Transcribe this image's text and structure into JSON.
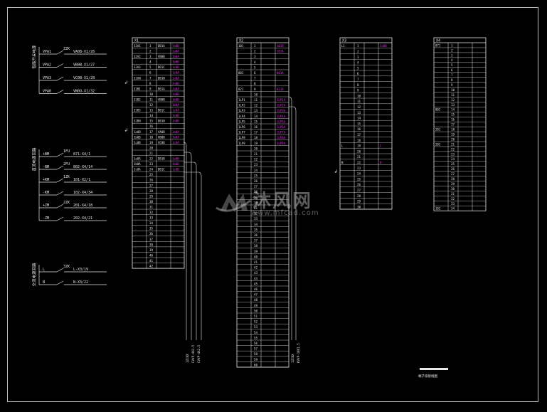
{
  "colors": {
    "line": "#e8e8e8",
    "accent": "#e032e0",
    "background": "#000000"
  },
  "watermark": {
    "title": "沐风网",
    "url": "www.mfcad.com"
  },
  "left_panel": {
    "group1": {
      "label": "智能开关电源",
      "rows": [
        {
          "left": "VPA1",
          "tag": "ZZK",
          "right": "VA0B-X1/26"
        },
        {
          "left": "VPA2",
          "tag": "",
          "right": "VB0B-X1/27"
        },
        {
          "left": "VPA3",
          "tag": "",
          "right": "VC0B-X1/28"
        },
        {
          "left": "VPA0",
          "tag": "",
          "right": "VN0O-X1/32"
        }
      ]
    },
    "group2": {
      "label": "直流电源回路",
      "rows": [
        {
          "left": "+BM",
          "tag": "1FU",
          "right": "871-X4/1"
        },
        {
          "left": "-BM",
          "tag": "2FU",
          "right": "802-X4/14"
        },
        {
          "left": "+KM",
          "tag": "1ZK",
          "right": "101-X2/1"
        },
        {
          "left": "-KM",
          "tag": "",
          "right": "102-X4/34"
        },
        {
          "left": "+ZM",
          "tag": "2ZK",
          "right": "201-X4/18"
        },
        {
          "left": "-ZM",
          "tag": "",
          "right": "202-X4/21"
        }
      ]
    },
    "group3": {
      "label": "交流电源回路",
      "rows": [
        {
          "left": "L",
          "tag": "3ZK",
          "right": "L-X3/19"
        },
        {
          "left": "N",
          "tag": "",
          "right": "N-X3/22"
        }
      ]
    }
  },
  "terminal_blocks": [
    {
      "title": "X1",
      "rows": [
        [
          "32A1",
          "1",
          "DB1A",
          "1a0B"
        ],
        [
          "",
          "2",
          "",
          "1a0A"
        ],
        [
          "32A2",
          "3",
          "VB0B",
          "1b0A"
        ],
        [
          "",
          "4",
          "",
          "1b0B"
        ],
        [
          "32A3",
          "5",
          "DB1C",
          "1c0B"
        ],
        [
          "",
          "6",
          "",
          "1c0A"
        ],
        [
          "32AN",
          "7",
          "DB1N",
          "1n0A"
        ],
        [
          "",
          "8",
          "",
          "1n0B"
        ],
        [
          "32B1",
          "9",
          "DB1A",
          "1a0A"
        ],
        [
          "",
          "10",
          "",
          "1a0B"
        ],
        [
          "32B2",
          "11",
          "VB0B",
          "1b0B"
        ],
        [
          "",
          "12",
          "",
          "1b0A"
        ],
        [
          "32B3",
          "13",
          "DB1C",
          "1c0A"
        ],
        [
          "",
          "14",
          "",
          "1c0B"
        ],
        [
          "32BN",
          "15",
          "DB1N",
          "1n0B"
        ],
        [
          "",
          "16",
          "",
          ""
        ],
        [
          "1a0B",
          "17",
          "VA0B",
          "1a0A"
        ],
        [
          "1b0B",
          "18",
          "VB0B",
          "1b0A"
        ],
        [
          "1c0B",
          "19",
          "VC0B",
          "1c0A"
        ],
        [
          "",
          "20",
          "",
          ""
        ],
        [
          "",
          "21",
          "",
          ""
        ],
        [
          "1a0A",
          "22",
          "DB1B",
          "1a0B"
        ],
        [
          "1b0A",
          "23",
          "",
          "1b0B"
        ],
        [
          "1c0A",
          "24",
          "DB1C",
          "1c0B"
        ],
        [
          "",
          "25",
          "",
          ""
        ],
        [
          "",
          "26",
          "",
          ""
        ],
        [
          "",
          "27",
          "",
          ""
        ],
        [
          "",
          "28",
          "",
          ""
        ],
        [
          "",
          "29",
          "",
          ""
        ],
        [
          "",
          "30",
          "",
          ""
        ],
        [
          "",
          "31",
          "",
          ""
        ],
        [
          "",
          "32",
          "",
          ""
        ],
        [
          "",
          "33",
          "",
          ""
        ],
        [
          "",
          "34",
          "",
          ""
        ],
        [
          "",
          "35",
          "",
          ""
        ],
        [
          "",
          "36",
          "",
          ""
        ],
        [
          "",
          "37",
          "",
          ""
        ],
        [
          "",
          "38",
          "",
          ""
        ],
        [
          "",
          "39",
          "",
          ""
        ],
        [
          "",
          "40",
          "",
          ""
        ],
        [
          "",
          "41",
          "",
          ""
        ],
        [
          "",
          "42",
          "",
          ""
        ]
      ]
    },
    {
      "title": "X2",
      "rows": [
        [
          "101",
          "1",
          "",
          "101B"
        ],
        [
          "",
          "2",
          "",
          "101A"
        ],
        [
          "",
          "3",
          "",
          ""
        ],
        [
          "",
          "4",
          "",
          ""
        ],
        [
          "",
          "5",
          "",
          ""
        ],
        [
          "801",
          "6",
          "",
          "801A"
        ],
        [
          "",
          "7",
          "",
          ""
        ],
        [
          "",
          "8",
          "",
          ""
        ],
        [
          "821",
          "9",
          "",
          "821A"
        ],
        [
          "",
          "10",
          "",
          ""
        ],
        [
          "1LP1",
          "11",
          "",
          "1LP1A"
        ],
        [
          "1LP2",
          "12",
          "",
          "1LP2A"
        ],
        [
          "1LP3",
          "13",
          "",
          "1LP3A"
        ],
        [
          "1LP4",
          "14",
          "",
          "1LP4A"
        ],
        [
          "1LP5",
          "15",
          "",
          "1LP5A"
        ],
        [
          "1LP6",
          "16",
          "",
          "1LP6A"
        ],
        [
          "1LP7",
          "17",
          "",
          "1LP7A"
        ],
        [
          "1LP8",
          "18",
          "",
          "1LP8A"
        ],
        [
          "1LP9",
          "19",
          "",
          "1LP9A"
        ],
        [
          "",
          "20",
          "",
          ""
        ],
        [
          "",
          "21",
          "",
          ""
        ],
        [
          "",
          "22",
          "",
          ""
        ],
        [
          "",
          "23",
          "",
          ""
        ],
        [
          "",
          "24",
          "",
          ""
        ],
        [
          "",
          "25",
          "",
          ""
        ],
        [
          "",
          "26",
          "",
          ""
        ],
        [
          "",
          "27",
          "",
          ""
        ],
        [
          "",
          "28",
          "",
          ""
        ],
        [
          "",
          "29",
          "",
          ""
        ],
        [
          "",
          "30",
          "",
          ""
        ],
        [
          "",
          "31",
          "",
          ""
        ],
        [
          "",
          "32",
          "",
          ""
        ],
        [
          "",
          "33",
          "",
          ""
        ],
        [
          "",
          "34",
          "",
          ""
        ],
        [
          "",
          "35",
          "",
          ""
        ],
        [
          "",
          "36",
          "",
          ""
        ],
        [
          "",
          "37",
          "",
          ""
        ],
        [
          "",
          "38",
          "",
          ""
        ],
        [
          "",
          "39",
          "",
          ""
        ],
        [
          "",
          "40",
          "",
          ""
        ],
        [
          "",
          "41",
          "",
          ""
        ],
        [
          "",
          "42",
          "",
          ""
        ],
        [
          "",
          "43",
          "",
          ""
        ],
        [
          "",
          "44",
          "",
          ""
        ],
        [
          "",
          "45",
          "",
          ""
        ],
        [
          "",
          "46",
          "",
          ""
        ],
        [
          "",
          "47",
          "",
          ""
        ],
        [
          "",
          "48",
          "",
          ""
        ],
        [
          "",
          "49",
          "",
          ""
        ],
        [
          "",
          "50",
          "",
          ""
        ],
        [
          "",
          "51",
          "",
          ""
        ],
        [
          "",
          "52",
          "",
          ""
        ],
        [
          "",
          "53",
          "",
          ""
        ],
        [
          "",
          "54",
          "",
          ""
        ],
        [
          "",
          "55",
          "",
          ""
        ],
        [
          "",
          "56",
          "",
          ""
        ],
        [
          "",
          "57",
          "",
          ""
        ],
        [
          "",
          "58",
          "",
          ""
        ],
        [
          "",
          "59",
          "",
          ""
        ],
        [
          "",
          "60",
          "",
          ""
        ]
      ]
    },
    {
      "title": "X3",
      "rows": [
        [
          "L1",
          "1",
          "",
          "1a0B"
        ],
        [
          "",
          "2",
          "",
          ""
        ],
        [
          "",
          "3",
          "",
          ""
        ],
        [
          "",
          "4",
          "",
          ""
        ],
        [
          "",
          "5",
          "",
          ""
        ],
        [
          "",
          "6",
          "",
          ""
        ],
        [
          "",
          "7",
          "",
          ""
        ],
        [
          "",
          "8",
          "",
          ""
        ],
        [
          "",
          "9",
          "",
          ""
        ],
        [
          "",
          "10",
          "",
          ""
        ],
        [
          "",
          "11",
          "",
          ""
        ],
        [
          "",
          "12",
          "",
          ""
        ],
        [
          "",
          "13",
          "",
          ""
        ],
        [
          "",
          "14",
          "",
          ""
        ],
        [
          "",
          "15",
          "",
          ""
        ],
        [
          "",
          "16",
          "",
          ""
        ],
        [
          "",
          "17",
          "",
          ""
        ],
        [
          "",
          "18",
          "",
          ""
        ],
        [
          "L",
          "19",
          "",
          "L"
        ],
        [
          "",
          "20",
          "",
          ""
        ],
        [
          "",
          "21",
          "",
          ""
        ],
        [
          "N",
          "22",
          "",
          "N"
        ],
        [
          "",
          "23",
          "",
          ""
        ],
        [
          "",
          "24",
          "",
          ""
        ],
        [
          "",
          "25",
          "",
          ""
        ],
        [
          "",
          "26",
          "",
          ""
        ],
        [
          "",
          "27",
          "",
          ""
        ],
        [
          "",
          "28",
          "",
          ""
        ],
        [
          "",
          "29",
          "",
          ""
        ],
        [
          "",
          "30",
          "",
          ""
        ]
      ]
    },
    {
      "title": "X4",
      "rows": [
        [
          "871",
          "1",
          "",
          ""
        ],
        [
          "",
          "2",
          "",
          ""
        ],
        [
          "",
          "3",
          "",
          ""
        ],
        [
          "",
          "4",
          "",
          ""
        ],
        [
          "",
          "5",
          "",
          ""
        ],
        [
          "",
          "6",
          "",
          ""
        ],
        [
          "",
          "7",
          "",
          ""
        ],
        [
          "",
          "8",
          "",
          ""
        ],
        [
          "",
          "9",
          "",
          ""
        ],
        [
          "",
          "10",
          "",
          ""
        ],
        [
          "",
          "11",
          "",
          ""
        ],
        [
          "",
          "12",
          "",
          ""
        ],
        [
          "",
          "13",
          "",
          ""
        ],
        [
          "802",
          "14",
          "",
          ""
        ],
        [
          "",
          "15",
          "",
          ""
        ],
        [
          "",
          "16",
          "",
          ""
        ],
        [
          "",
          "17",
          "",
          ""
        ],
        [
          "201",
          "18",
          "",
          ""
        ],
        [
          "",
          "19",
          "",
          ""
        ],
        [
          "",
          "20",
          "",
          ""
        ],
        [
          "202",
          "21",
          "",
          ""
        ],
        [
          "",
          "22",
          "",
          ""
        ],
        [
          "",
          "23",
          "",
          ""
        ],
        [
          "",
          "24",
          "",
          ""
        ],
        [
          "",
          "25",
          "",
          ""
        ],
        [
          "",
          "26",
          "",
          ""
        ],
        [
          "",
          "27",
          "",
          ""
        ],
        [
          "",
          "28",
          "",
          ""
        ],
        [
          "",
          "29",
          "",
          ""
        ],
        [
          "",
          "30",
          "",
          ""
        ],
        [
          "",
          "31",
          "",
          ""
        ],
        [
          "",
          "32",
          "",
          ""
        ],
        [
          "",
          "33",
          "",
          ""
        ],
        [
          "102",
          "34",
          "",
          ""
        ]
      ]
    }
  ],
  "cable_labels": {
    "x1": [
      "1ZCKX",
      "CVVP-4X2.5",
      "CVVP-4X2.5"
    ],
    "x2": [
      "1ZCKX",
      "KVVP-10X1.5"
    ]
  },
  "title_note": "端子排接线图"
}
